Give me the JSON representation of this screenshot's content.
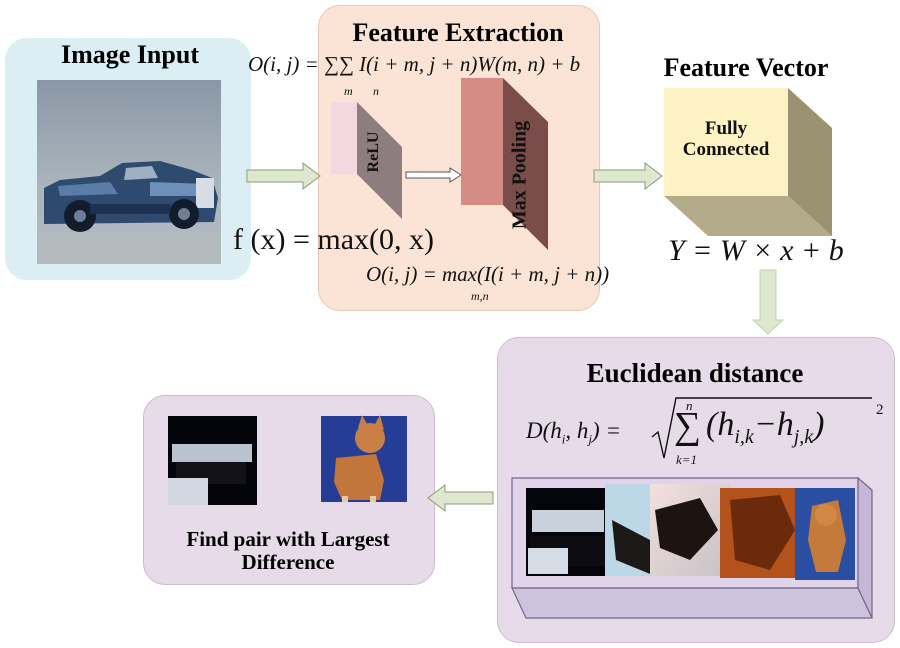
{
  "input_panel": {
    "title": "Image Input"
  },
  "feature_panel": {
    "title": "Feature Extraction",
    "conv_formula": "O(i, j) = ∑∑ I(i + m, j + n)W(m, n) + b",
    "conv_sub_m": "m",
    "conv_sub_n": "n",
    "relu_label": "ReLU",
    "pool_label": "Max Pooling",
    "relu_formula": "f (x) = max(0, x)",
    "pool_formula": "O(i, j) = max(I(i + m, j + n))",
    "pool_sub": "m,n"
  },
  "vector_panel": {
    "title": "Feature Vector",
    "fc_label_line1": "Fully",
    "fc_label_line2": "Connected",
    "fc_formula": "Y = W × x + b"
  },
  "distance_panel": {
    "title": "Euclidean distance",
    "formula_lhs": "D(h",
    "formula_sum_top": "n",
    "formula_sum_bottom": "k=1",
    "formula_power": "2"
  },
  "result_panel": {
    "caption_line1": "Find pair with Largest",
    "caption_line2": "Difference"
  },
  "colors": {
    "input_bg": "#dbeef4",
    "feature_bg": "#fbe4d6",
    "result_bg": "#e7dbe9",
    "arrow_fill": "#dfe8cf",
    "relu_front": "#f3d9df",
    "relu_side": "#8e7d7f",
    "pool_front": "#d58c85",
    "pool_side": "#7a4d4a",
    "fc_front": "#fdf2c3",
    "fc_side": "#9a9271"
  }
}
